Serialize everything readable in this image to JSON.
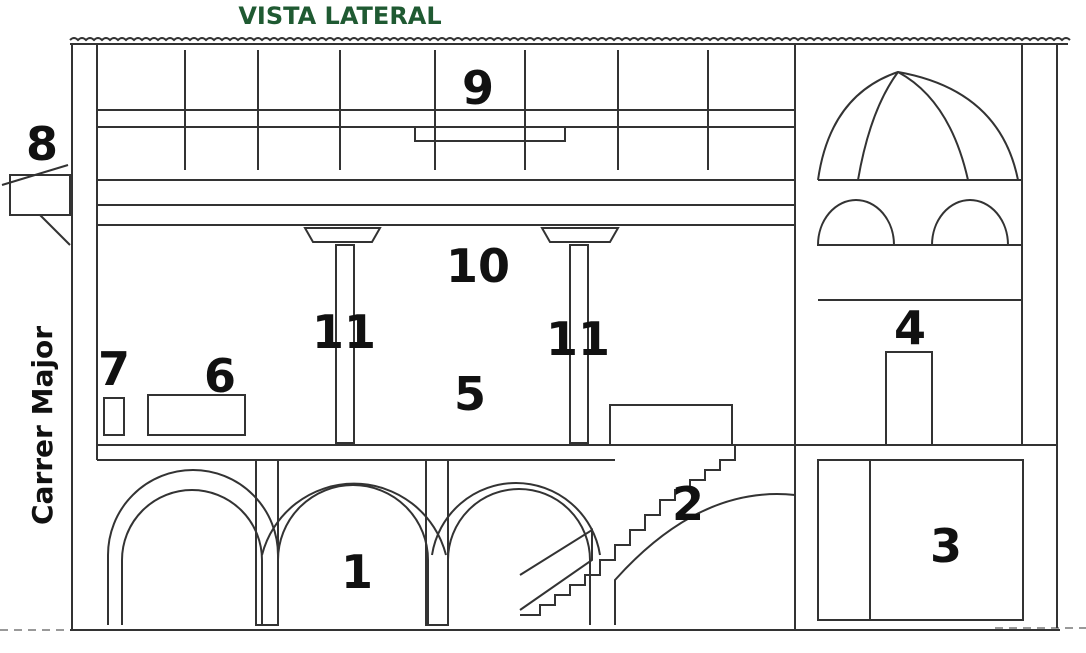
{
  "title": "VISTA LATERAL",
  "street_label": "Carrer Major",
  "labels": [
    "1",
    "2",
    "3",
    "4",
    "5",
    "6",
    "7",
    "8",
    "9",
    "10",
    "11",
    "11"
  ],
  "colors": {
    "title": "#1f5a32",
    "ink": "#111111",
    "line": "#333333",
    "background": "#ffffff"
  }
}
